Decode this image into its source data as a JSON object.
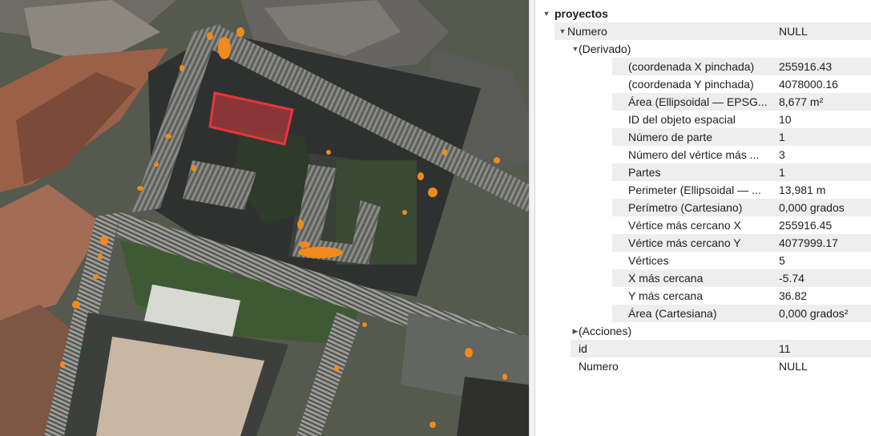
{
  "map": {
    "label": "map-canvas"
  },
  "tree": {
    "root": {
      "label": "proyectos"
    },
    "rows": [
      {
        "field": "Numero",
        "value": "NULL",
        "level": 1,
        "arrow": "down"
      },
      {
        "field": "(Derivado)",
        "value": "",
        "level": 2,
        "arrow": "down"
      },
      {
        "field": "(coordenada X pinchada)",
        "value": "255916.43",
        "level": 3
      },
      {
        "field": "(coordenada Y pinchada)",
        "value": "4078000.16",
        "level": 3
      },
      {
        "field": "Área (Ellipsoidal — EPSG...",
        "value": "8,677 m²",
        "level": 3
      },
      {
        "field": "ID del objeto espacial",
        "value": "10",
        "level": 3
      },
      {
        "field": "Número de parte",
        "value": "1",
        "level": 3
      },
      {
        "field": "Número del vértice más ...",
        "value": "3",
        "level": 3
      },
      {
        "field": "Partes",
        "value": "1",
        "level": 3
      },
      {
        "field": "Perimeter (Ellipsoidal — ...",
        "value": "13,981 m",
        "level": 3
      },
      {
        "field": "Perímetro (Cartesiano)",
        "value": "0,000 grados",
        "level": 3
      },
      {
        "field": "Vértice más cercano X",
        "value": "255916.45",
        "level": 3
      },
      {
        "field": "Vértice más cercano Y",
        "value": "4077999.17",
        "level": 3
      },
      {
        "field": "Vértices",
        "value": "5",
        "level": 3
      },
      {
        "field": "X más cercana",
        "value": "-5.74",
        "level": 3
      },
      {
        "field": "Y más cercana",
        "value": "36.82",
        "level": 3
      },
      {
        "field": "Área (Cartesiana)",
        "value": "0,000 grados²",
        "level": 3
      },
      {
        "field": "(Acciones)",
        "value": "",
        "level": 2,
        "arrow": "right"
      },
      {
        "field": "id",
        "value": "11",
        "level": 2
      },
      {
        "field": "Numero",
        "value": "NULL",
        "level": 2
      }
    ]
  },
  "colors": {
    "highlight": "#e8343c",
    "raster_orange": "#f08a1c",
    "row_alt": "#eeeeee"
  }
}
